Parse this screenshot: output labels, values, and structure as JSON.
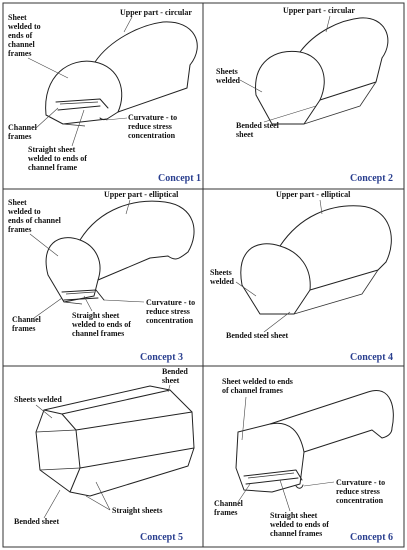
{
  "panels": [
    {
      "caption": "Concept 1",
      "labels": {
        "upper": [
          "Upper part - circular"
        ],
        "sheet_welded": [
          "Sheet",
          "welded to",
          "ends of",
          "channel",
          "frames"
        ],
        "channel_frames": [
          "Channel",
          "frames"
        ],
        "curvature": [
          "Curvature - to",
          "reduce stress",
          "concentration"
        ],
        "straight_sheet": [
          "Straight sheet",
          "welded to ends of",
          "channel frame"
        ]
      }
    },
    {
      "caption": "Concept 2",
      "labels": {
        "upper": [
          "Upper part - circular"
        ],
        "sheets_welded": [
          "Sheets",
          "welded"
        ],
        "bended": [
          "Bended steel",
          "sheet"
        ]
      }
    },
    {
      "caption": "Concept 3",
      "labels": {
        "upper": [
          "Upper part - elliptical"
        ],
        "sheet_welded": [
          "Sheet",
          "welded to",
          "ends of channel",
          "frames"
        ],
        "channel_frames": [
          "Channel",
          "frames"
        ],
        "curvature": [
          "Curvature - to",
          "reduce stress",
          "concentration"
        ],
        "straight_sheet": [
          "Straight sheet",
          "welded to ends of",
          "channel frames"
        ]
      }
    },
    {
      "caption": "Concept 4",
      "labels": {
        "upper": [
          "Upper part - elliptical"
        ],
        "sheets_welded": [
          "Sheets",
          "welded"
        ],
        "bended": [
          "Bended steel sheet"
        ]
      }
    },
    {
      "caption": "Concept 5",
      "labels": {
        "bended_top": [
          "Bended",
          "sheet"
        ],
        "sheets_welded": [
          "Sheets welded"
        ],
        "straight_sheets": [
          "Straight sheets"
        ],
        "bended_bottom": [
          "Bended sheet"
        ]
      }
    },
    {
      "caption": "Concept 6",
      "labels": {
        "sheet_welded": [
          "Sheet welded to ends",
          "of channel frames"
        ],
        "curvature": [
          "Curvature - to",
          "reduce stress",
          "concentration"
        ],
        "channel_frames": [
          "Channel",
          "frames"
        ],
        "straight_sheet": [
          "Straight sheet",
          "welded to ends of",
          "channel frames"
        ]
      }
    }
  ]
}
